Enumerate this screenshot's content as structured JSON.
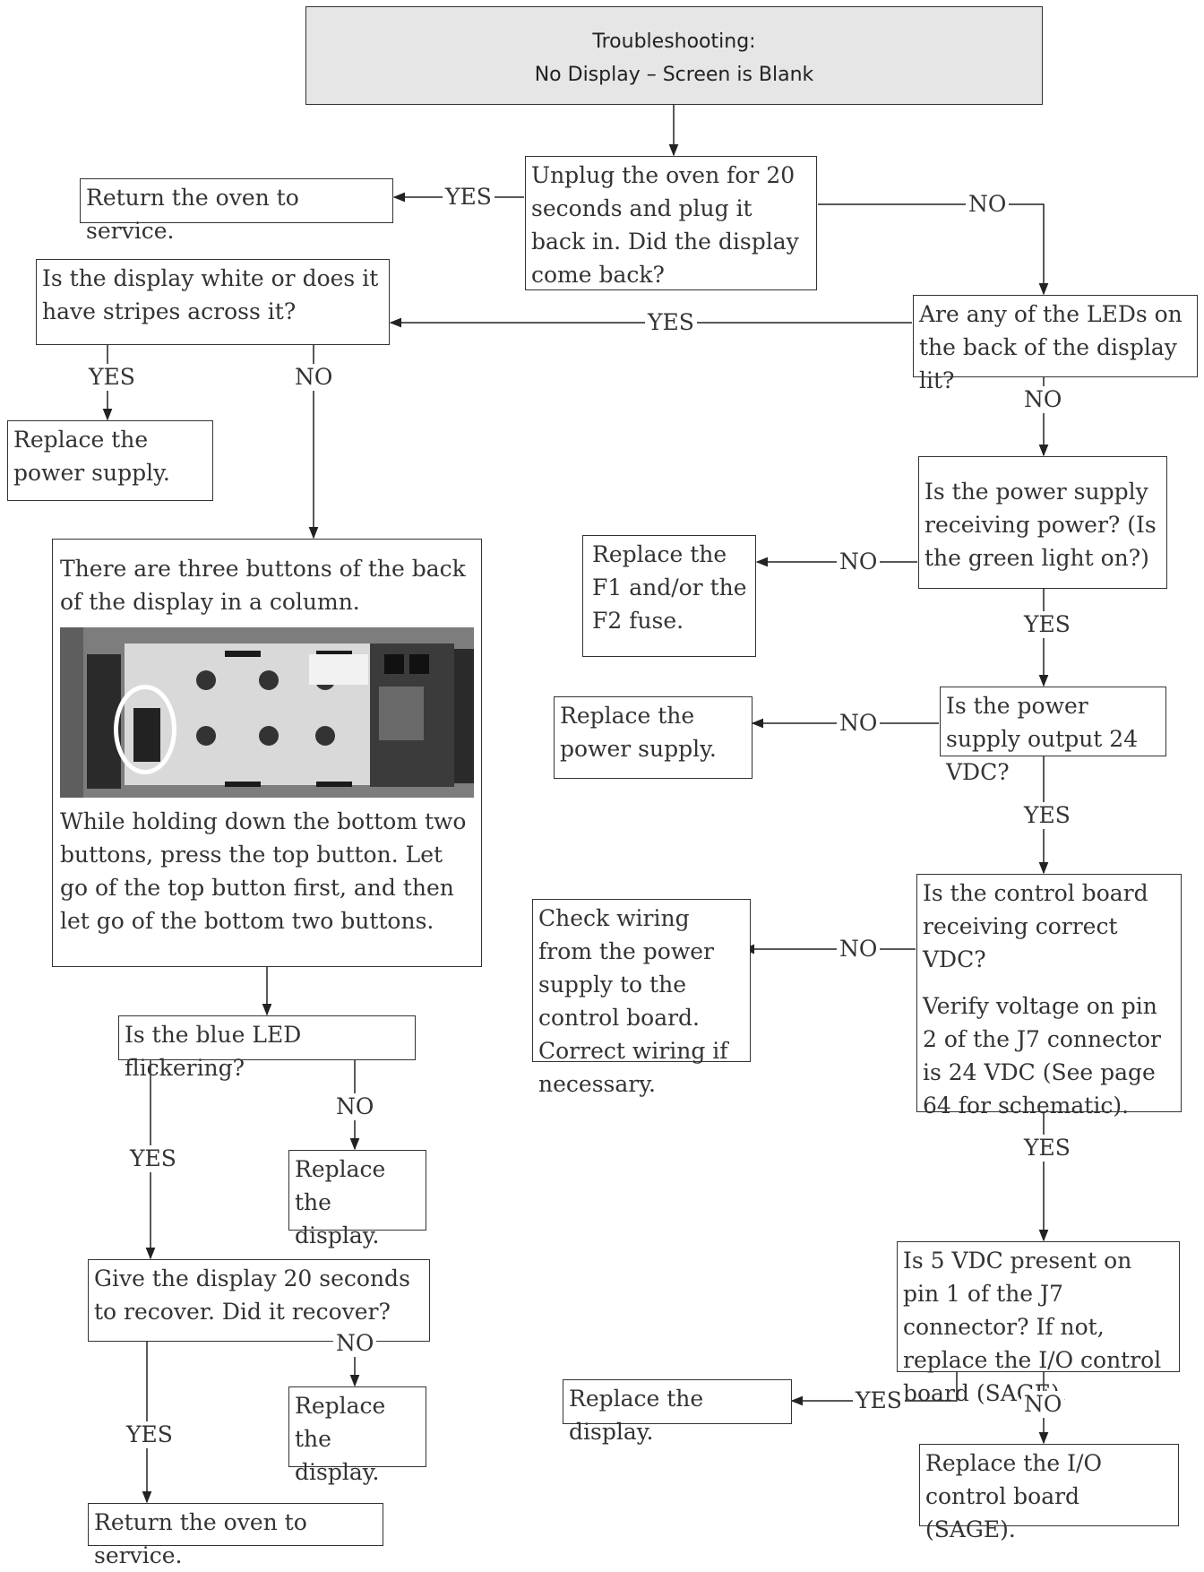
{
  "title": {
    "line1": "Troubleshooting:",
    "line2": "No Display – Screen is Blank"
  },
  "nodes": {
    "unplug": "Unplug the oven for 20 seconds and plug it back in. Did the display come back?",
    "return_top": "Return the oven to service.",
    "white_stripes": "Is the display white or does it have stripes across it?",
    "replace_power_supply_left": "Replace the power supply.",
    "three_buttons_intro": "There are three buttons of the back of the display in a column.",
    "three_buttons_steps": "While holding down the bottom two buttons, press the top button. Let go of the top button first, and then let go of the bottom two buttons.",
    "blue_led": "Is the blue LED flickering?",
    "replace_display_1": "Replace the display.",
    "give_20_seconds": "Give the display 20 seconds to recover. Did it recover?",
    "replace_display_2": "Replace the display.",
    "return_bottom": "Return the oven to service.",
    "leds_lit": "Are any of the LEDs on the back of the display lit?",
    "ps_receiving": "Is the power supply receiving power? (Is the green light on?)",
    "replace_fuse": "Replace the F1 and/or the F2 fuse.",
    "ps_output": "Is the power supply output 24 VDC?",
    "replace_power_supply_right": "Replace the power supply.",
    "control_board_q": "Is the control board receiving correct VDC?",
    "control_board_verify": "Verify voltage on pin 2 of the J7 connector is 24 VDC (See page 64 for schematic).",
    "check_wiring": "Check wiring from the power supply to the control board. Correct wiring if necessary.",
    "five_vdc": "Is 5 VDC present on pin 1 of the J7 connector? If not, replace the I/O control board (SAGE).",
    "replace_display_3": "Replace the display.",
    "replace_io_board": "Replace the I/O control board (SAGE)."
  },
  "labels": {
    "yes": "YES",
    "no": "NO"
  }
}
